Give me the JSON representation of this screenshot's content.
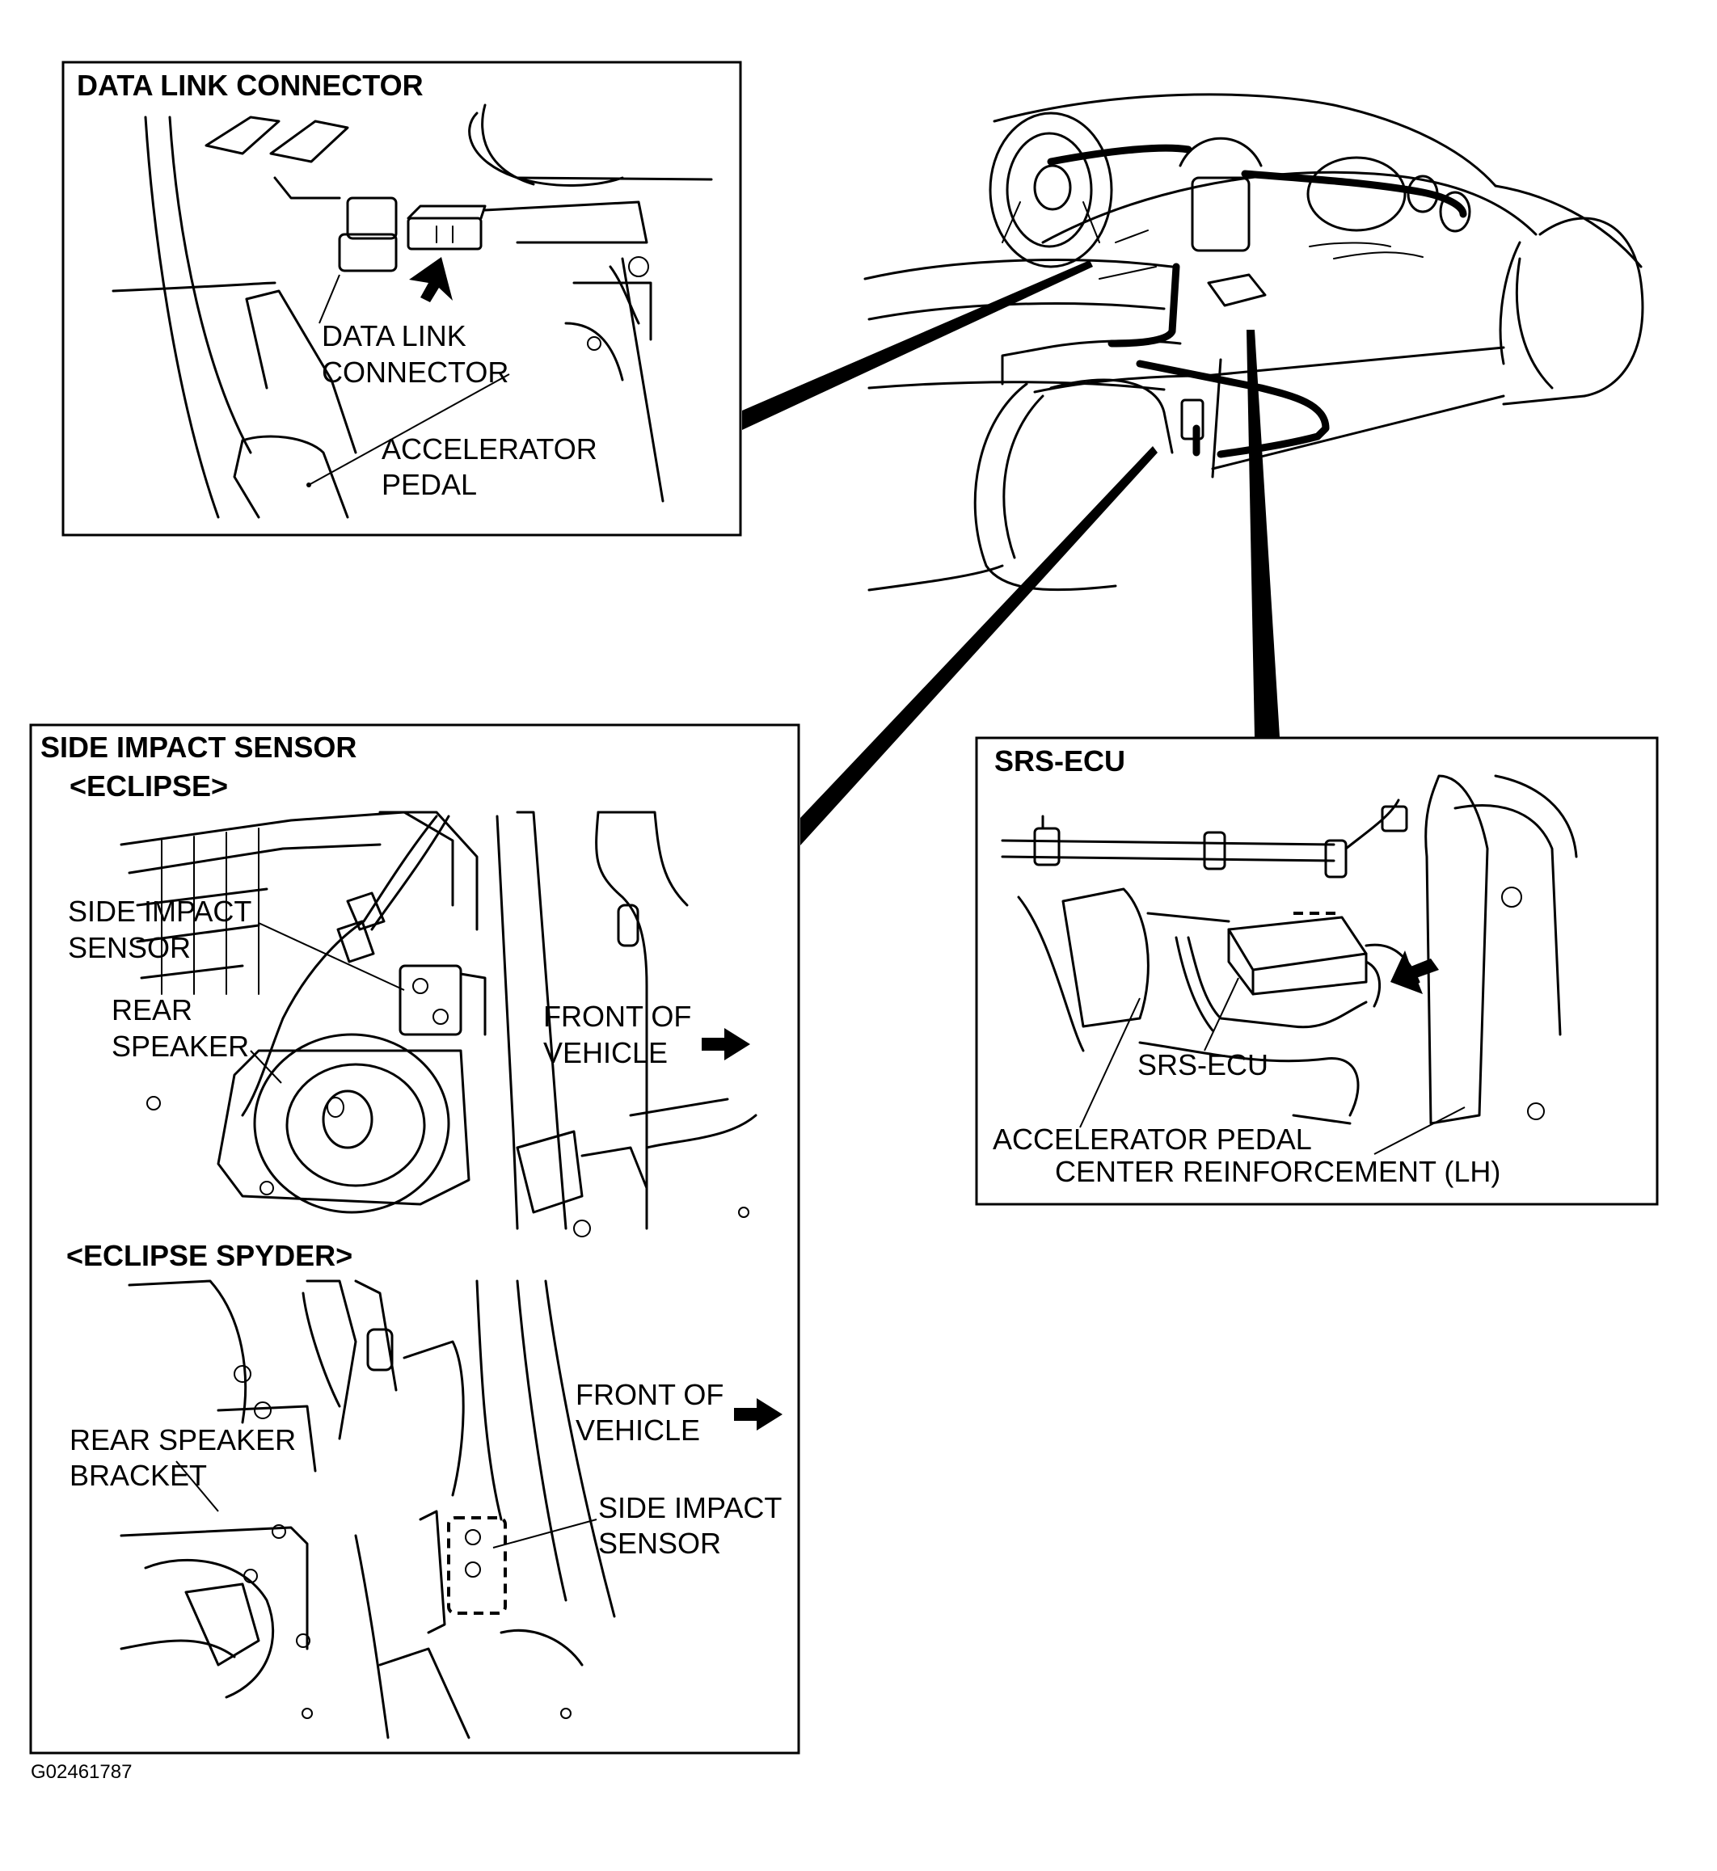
{
  "panels": {
    "data_link": {
      "title": "DATA LINK CONNECTOR",
      "labels": {
        "connector_1": "DATA LINK",
        "connector_2": "CONNECTOR",
        "pedal_1": "ACCELERATOR",
        "pedal_2": "PEDAL"
      }
    },
    "side_impact": {
      "title": "SIDE IMPACT SENSOR",
      "eclipse": {
        "heading": "<ECLIPSE>",
        "labels": {
          "sensor_1": "SIDE IMPACT",
          "sensor_2": "SENSOR",
          "speaker_1": "REAR",
          "speaker_2": "SPEAKER",
          "front_1": "FRONT OF",
          "front_2": "VEHICLE"
        }
      },
      "spyder": {
        "heading": "<ECLIPSE SPYDER>",
        "labels": {
          "front_1": "FRONT OF",
          "front_2": "VEHICLE",
          "bracket_1": "REAR SPEAKER",
          "bracket_2": "BRACKET",
          "sensor_1": "SIDE IMPACT",
          "sensor_2": "SENSOR"
        }
      }
    },
    "srs_ecu": {
      "title": "SRS-ECU",
      "labels": {
        "ecu": "SRS-ECU",
        "pedal": "ACCELERATOR PEDAL",
        "reinforcement": "CENTER REINFORCEMENT (LH)"
      }
    }
  },
  "figure_id": "G02461787"
}
